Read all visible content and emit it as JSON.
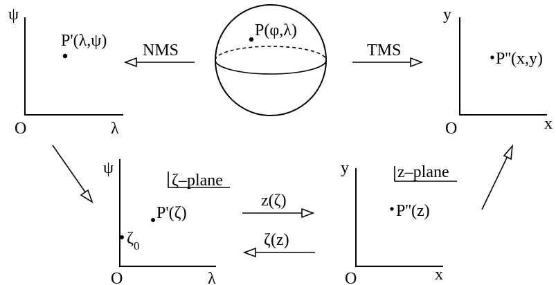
{
  "sphere": {
    "point_label": "P(φ,λ)"
  },
  "arrows": {
    "nms": "NMS",
    "tms": "TMS",
    "z_of_zeta": "z(ζ)",
    "zeta_of_z": "ζ(z)"
  },
  "top_left_plot": {
    "y_axis": "ψ",
    "origin": "O",
    "x_axis": "λ",
    "point_label": "P'(λ,ψ)"
  },
  "top_right_plot": {
    "y_axis": "y",
    "origin": "O",
    "x_axis": "x",
    "point_label": "P''(x,y)"
  },
  "bottom_left_plot": {
    "y_axis": "ψ",
    "origin": "O",
    "x_axis": "λ",
    "plane_label": "ζ–plane",
    "point_label": "P'(ζ)",
    "axis_point_symbol": "ζ",
    "axis_point_subscript": "0"
  },
  "bottom_right_plot": {
    "y_axis": "y",
    "origin": "O",
    "x_axis": "x",
    "plane_label": "z–plane",
    "point_label": "P''(z)"
  }
}
